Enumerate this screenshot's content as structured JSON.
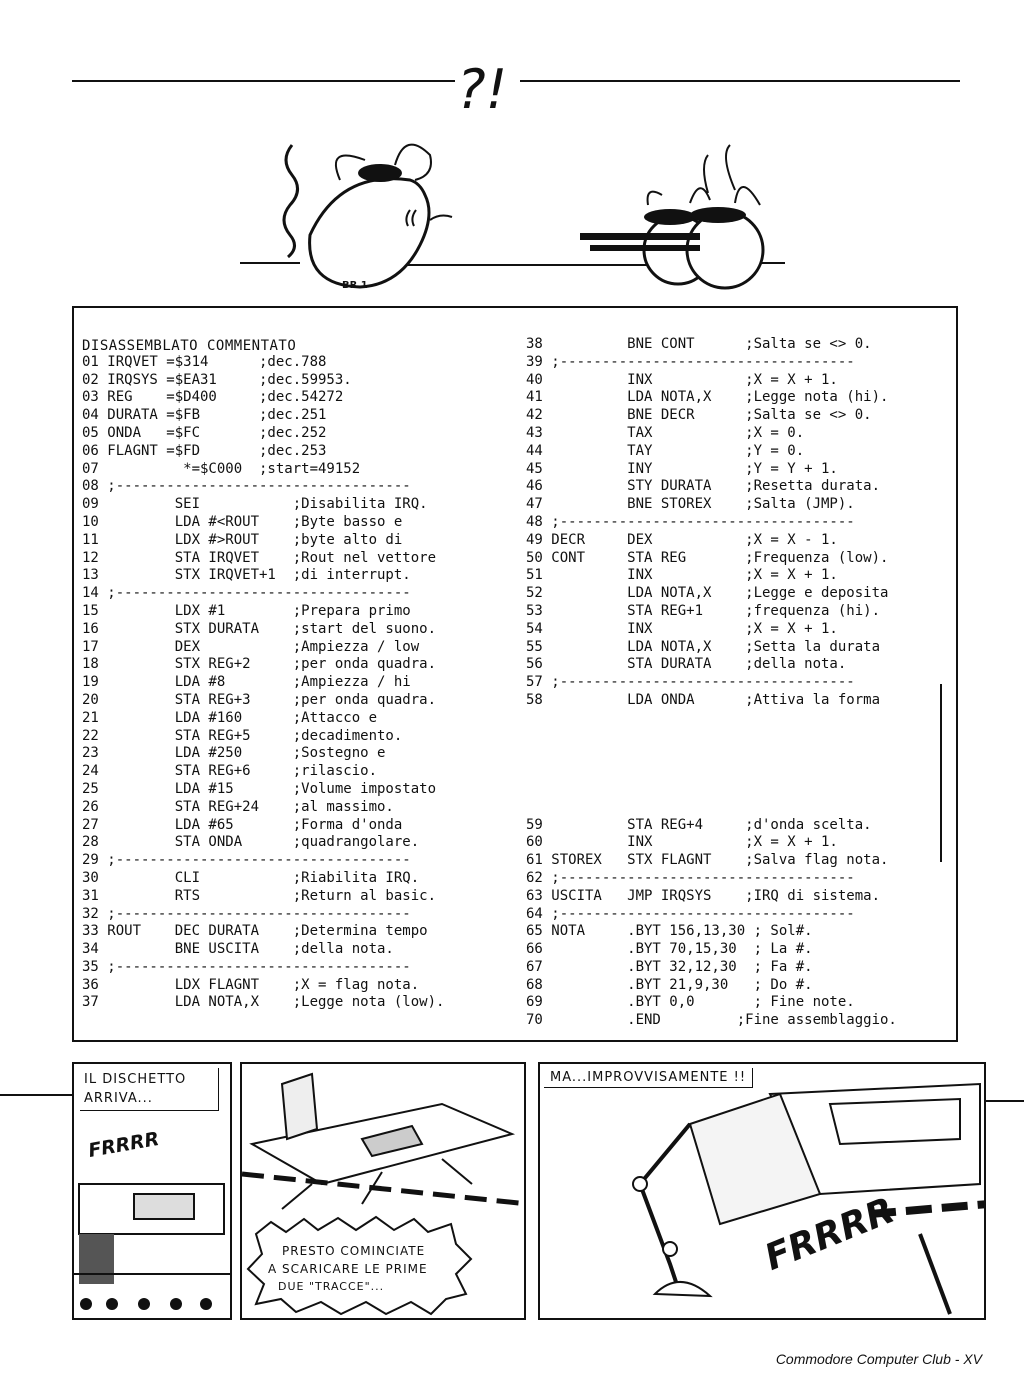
{
  "header": {
    "mark": "?!",
    "signature": "BR 1"
  },
  "listing": {
    "title": "DISASSEMBLATO COMMENTATO",
    "left": [
      "",
      "01 IRQVET =$314      ;dec.788",
      "02 IRQSYS =$EA31     ;dec.59953.",
      "03 REG    =$D400     ;dec.54272",
      "04 DURATA =$FB       ;dec.251",
      "05 ONDA   =$FC       ;dec.252",
      "06 FLAGNT =$FD       ;dec.253",
      "07          *=$C000  ;start=49152",
      "08 ;-----------------------------------",
      "09         SEI           ;Disabilita IRQ.",
      "10         LDA #<ROUT    ;Byte basso e",
      "11         LDX #>ROUT    ;byte alto di",
      "12         STA IRQVET    ;Rout nel vettore",
      "13         STX IRQVET+1  ;di interrupt.",
      "14 ;-----------------------------------",
      "15         LDX #1        ;Prepara primo",
      "16         STX DURATA    ;start del suono.",
      "17         DEX           ;Ampiezza / low",
      "18         STX REG+2     ;per onda quadra.",
      "19         LDA #8        ;Ampiezza / hi",
      "20         STA REG+3     ;per onda quadra.",
      "21         LDA #160      ;Attacco e",
      "22         STA REG+5     ;decadimento.",
      "23         LDA #250      ;Sostegno e",
      "24         STA REG+6     ;rilascio.",
      "25         LDA #15       ;Volume impostato",
      "26         STA REG+24    ;al massimo.",
      "27         LDA #65       ;Forma d'onda",
      "28         STA ONDA      ;quadrangolare.",
      "29 ;-----------------------------------",
      "30         CLI           ;Riabilita IRQ.",
      "31         RTS           ;Return al basic.",
      "32 ;-----------------------------------",
      "33 ROUT    DEC DURATA    ;Determina tempo",
      "34         BNE USCITA    ;della nota.",
      "35 ;-----------------------------------",
      "36         LDX FLAGNT    ;X = flag nota.",
      "37         LDA NOTA,X    ;Legge nota (low)."
    ],
    "right": [
      "38          BNE CONT      ;Salta se <> 0.",
      "39 ;-----------------------------------",
      "40          INX           ;X = X + 1.",
      "41          LDA NOTA,X    ;Legge nota (hi).",
      "42          BNE DECR      ;Salta se <> 0.",
      "43          TAX           ;X = 0.",
      "44          TAY           ;Y = 0.",
      "45          INY           ;Y = Y + 1.",
      "46          STY DURATA    ;Resetta durata.",
      "47          BNE STOREX    ;Salta (JMP).",
      "48 ;-----------------------------------",
      "49 DECR     DEX           ;X = X - 1.",
      "50 CONT     STA REG       ;Frequenza (low).",
      "51          INX           ;X = X + 1.",
      "52          LDA NOTA,X    ;Legge e deposita",
      "53          STA REG+1     ;frequenza (hi).",
      "54          INX           ;X = X + 1.",
      "55          LDA NOTA,X    ;Setta la durata",
      "56          STA DURATA    ;della nota.",
      "57 ;-----------------------------------",
      "58          LDA ONDA      ;Attiva la forma",
      "",
      "",
      "",
      "",
      "",
      "",
      "59          STA REG+4     ;d'onda scelta.",
      "60          INX           ;X = X + 1.",
      "61 STOREX   STX FLAGNT    ;Salva flag nota.",
      "62 ;-----------------------------------",
      "63 USCITA   JMP IRQSYS    ;IRQ di sistema.",
      "64 ;-----------------------------------",
      "65 NOTA     .BYT 156,13,30 ; Sol#.",
      "66          .BYT 70,15,30  ; La #.",
      "67          .BYT 32,12,30  ; Fa #.",
      "68          .BYT 21,9,30   ; Do #.",
      "69          .BYT 0,0       ; Fine note.",
      "70          .END         ;Fine assemblaggio."
    ]
  },
  "comic": {
    "panel1": {
      "caption": "IL DISCHETTO ARRIVA...",
      "sfx": "FRRRR"
    },
    "panel2": {
      "balloon_line1": "PRESTO COMINCIATE",
      "balloon_line2": "A SCARICARE LE PRIME",
      "balloon_line3": "DUE \"TRACCE\"..."
    },
    "panel3": {
      "caption": "MA...IMPROVVISAMENTE !!",
      "sfx": "FRRRR"
    }
  },
  "footer": {
    "text": "Commodore Computer Club - XV"
  }
}
